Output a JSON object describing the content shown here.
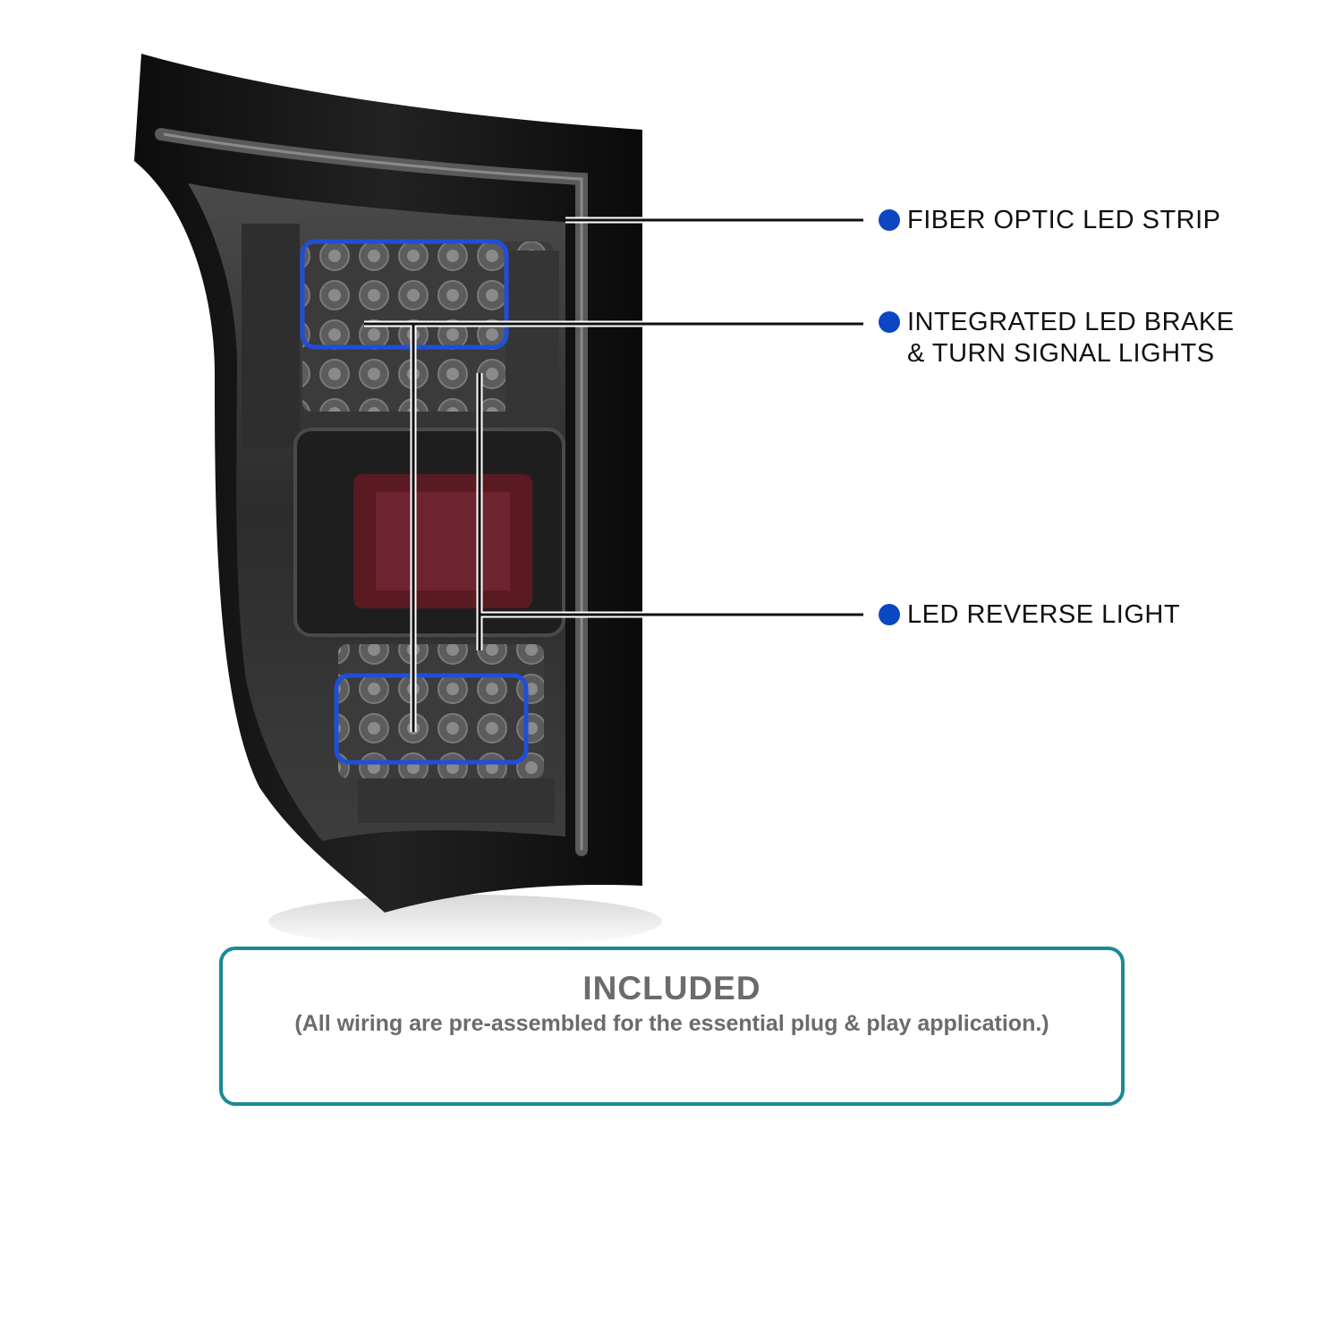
{
  "colors": {
    "accent_dot": "#0b47c2",
    "highlight_box": "#1f4fd8",
    "box_border": "#1b8a94",
    "housing": "#1a1a1a",
    "lens": "#3a3a3a",
    "red_lens": "#5a1a22"
  },
  "callouts": [
    {
      "icon": "bullet-dot-icon",
      "lines": [
        "FIBER OPTIC LED STRIP"
      ]
    },
    {
      "icon": "bullet-dot-icon",
      "lines": [
        "INTEGRATED LED BRAKE",
        "& TURN SIGNAL LIGHTS"
      ]
    },
    {
      "icon": "bullet-dot-icon",
      "lines": [
        "LED REVERSE LIGHT"
      ]
    }
  ],
  "included": {
    "title": "INCLUDED",
    "subtitle": "(All wiring are pre-assembled for the essential plug & play application.)"
  }
}
